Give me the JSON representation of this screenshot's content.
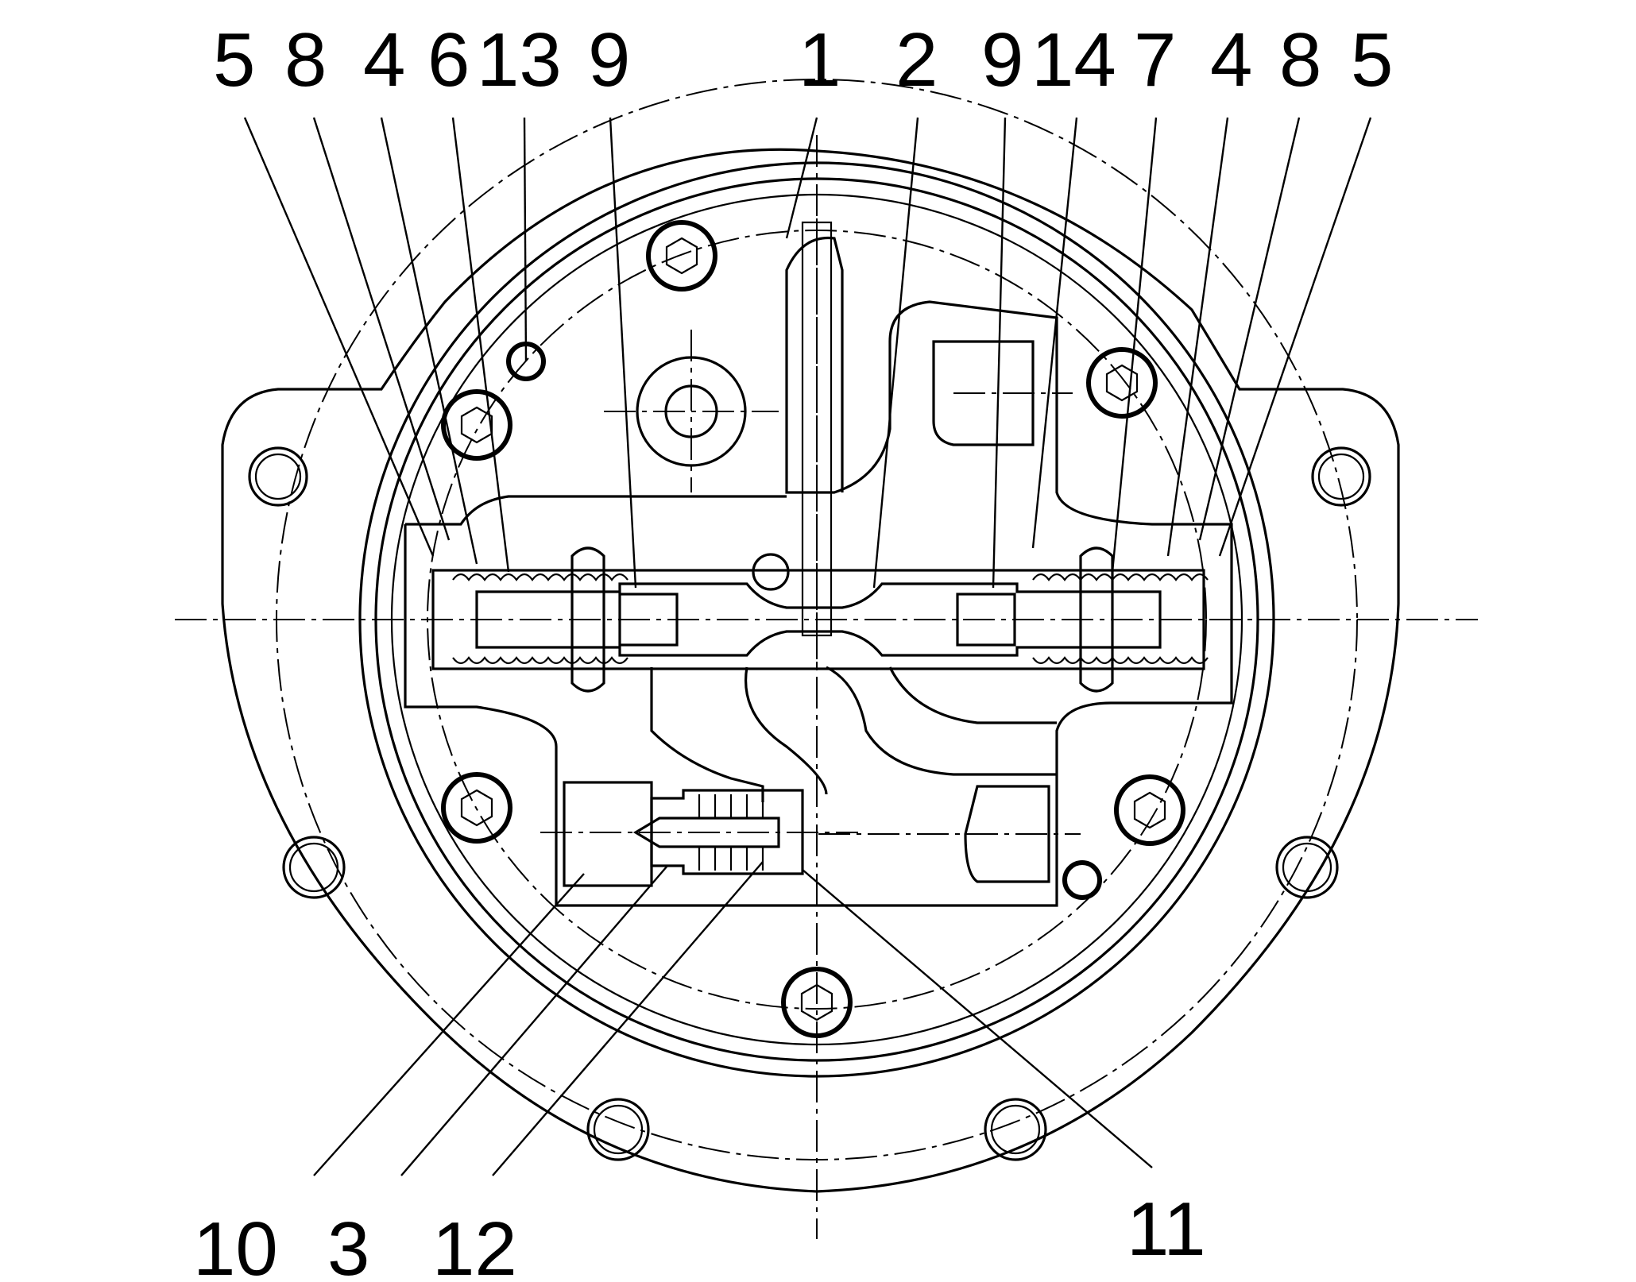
{
  "figure": {
    "top_labels": [
      "5",
      "8",
      "4",
      "6",
      "13",
      "9",
      "1",
      "2",
      "9",
      "14",
      "7",
      "4",
      "8",
      "5"
    ],
    "bottom_labels": [
      "10",
      "3",
      "12",
      "11"
    ]
  }
}
